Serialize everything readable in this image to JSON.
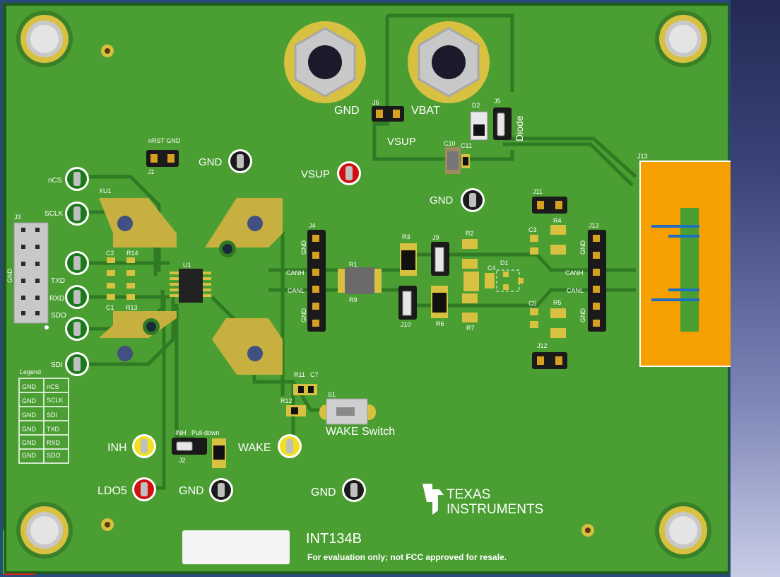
{
  "board": {
    "name": "INT134B",
    "disclaimer": "For evaluation only; not FCC approved for resale.",
    "logo_line1": "TEXAS",
    "logo_line2": "INSTRUMENTS"
  },
  "test_points": {
    "gnd": "GND",
    "vsup": "VSUP",
    "vbat": "VBAT",
    "inh": "INH",
    "wake": "WAKE",
    "ldo5": "LDO5"
  },
  "spi_pins": {
    "ncs": "nCS",
    "sclk": "SCLK",
    "txd": "TXD",
    "rxd": "RXD",
    "sdo": "SDO",
    "sdi": "SDI"
  },
  "legend": {
    "title": "Legend",
    "rows": [
      {
        "left": "GND",
        "right": "nCS"
      },
      {
        "left": "GND",
        "right": "SCLK"
      },
      {
        "left": "GND",
        "right": "SDI"
      },
      {
        "left": "GND",
        "right": "TXD"
      },
      {
        "left": "GND",
        "right": "RXD"
      },
      {
        "left": "GND",
        "right": "SDO"
      }
    ]
  },
  "designators": {
    "j1": "J1",
    "j2": "J2",
    "j3": "J3",
    "j4": "J4",
    "j5": "J5",
    "j6": "J6",
    "j9": "J9",
    "j10": "J10",
    "j11": "J11",
    "j12": "J12",
    "j13": "J13",
    "j13b": "J13",
    "xu1": "XU1",
    "u1": "U1",
    "r1": "R1",
    "r2": "R2",
    "r3": "R3",
    "r4": "R4",
    "r5": "R5",
    "r6": "R6",
    "r7": "R7",
    "r9": "R9",
    "r11": "R11",
    "r12": "R12",
    "r13": "R13",
    "r14": "R14",
    "c1": "C1",
    "c2": "C2",
    "c3": "C3",
    "c4": "C4",
    "c5": "C5",
    "c7": "C7",
    "c10": "C10",
    "c11": "C11",
    "d1": "D1",
    "d2": "D2",
    "s1": "S1"
  },
  "silkscreen": {
    "nrst_gnd": "nRST GND",
    "inh_small": "INH",
    "pull_down": "Pull-down",
    "diode": "Diode",
    "wake_switch": "WAKE Switch",
    "canh": "CANH",
    "canl": "CANL",
    "gnd_small": "GND"
  },
  "colors": {
    "board": "#4a9e32",
    "copper": "#e0c04a",
    "testpoint_black": "#1a1a1a",
    "testpoint_red": "#d01010",
    "testpoint_yellow": "#f0e020",
    "testpoint_green": "#1a7a1a",
    "connector": "#f5a000"
  }
}
